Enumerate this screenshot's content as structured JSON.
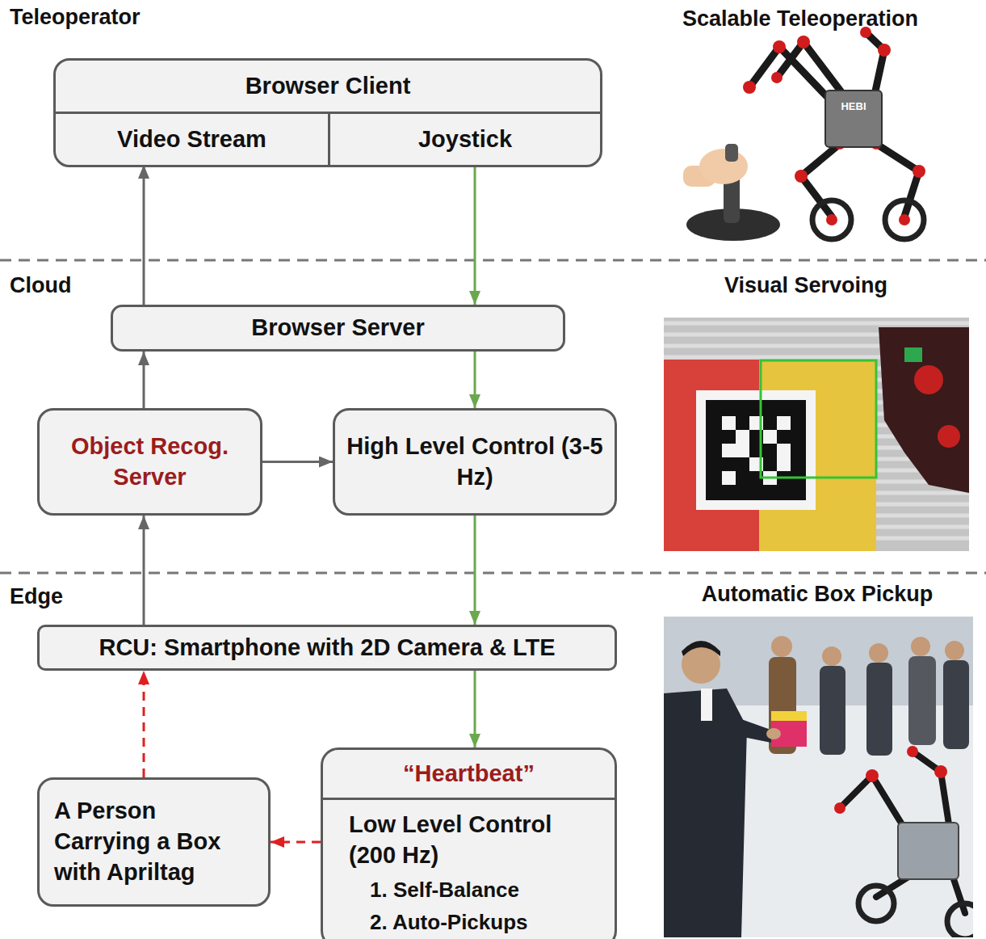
{
  "diagram": {
    "nodes": [
      {
        "text": [
          "Browser Client"
        ]
      },
      {
        "text": [
          "Video Stream"
        ],
        "in": 0
      },
      {
        "text": [
          "Joystick"
        ],
        "in": 0
      },
      {
        "text": [
          "Browser Server"
        ]
      },
      {
        "text": [
          "Object Recog. Server"
        ]
      },
      {
        "text": [
          "High Level Control (3-5 Hz)"
        ]
      },
      {
        "text": [
          "RCU: Smartphone with 2D Camera & LTE"
        ]
      },
      {
        "text": [
          "“Heartbeat”",
          "Low Level Control (200 Hz)",
          "1. Self-Balance",
          "2. Auto-Pickups"
        ]
      },
      {
        "text": [
          "A Person Carrying a Box with Apriltag"
        ]
      }
    ],
    "edges": [
      {
        "from": 3,
        "to": 1,
        "arrow": "to"
      },
      {
        "from": 2,
        "to": 3,
        "arrow": "to"
      },
      {
        "from": 4,
        "to": 3,
        "arrow": "to"
      },
      {
        "from": 3,
        "to": 5,
        "arrow": "to"
      },
      {
        "from": 4,
        "to": 5,
        "arrow": "to"
      },
      {
        "from": 6,
        "to": 4,
        "arrow": "to"
      },
      {
        "from": 5,
        "to": 6,
        "arrow": "to"
      },
      {
        "from": 6,
        "to": 7,
        "arrow": "to"
      },
      {
        "from": 7,
        "to": 8,
        "arrow": "to"
      },
      {
        "from": 8,
        "to": 6,
        "arrow": "to"
      }
    ],
    "labels": [
      "Teleoperator",
      "Cloud",
      "Edge",
      "Scalable Teleoperation",
      "Visual Servoing",
      "Automatic Box Pickup",
      "HEBI"
    ]
  }
}
